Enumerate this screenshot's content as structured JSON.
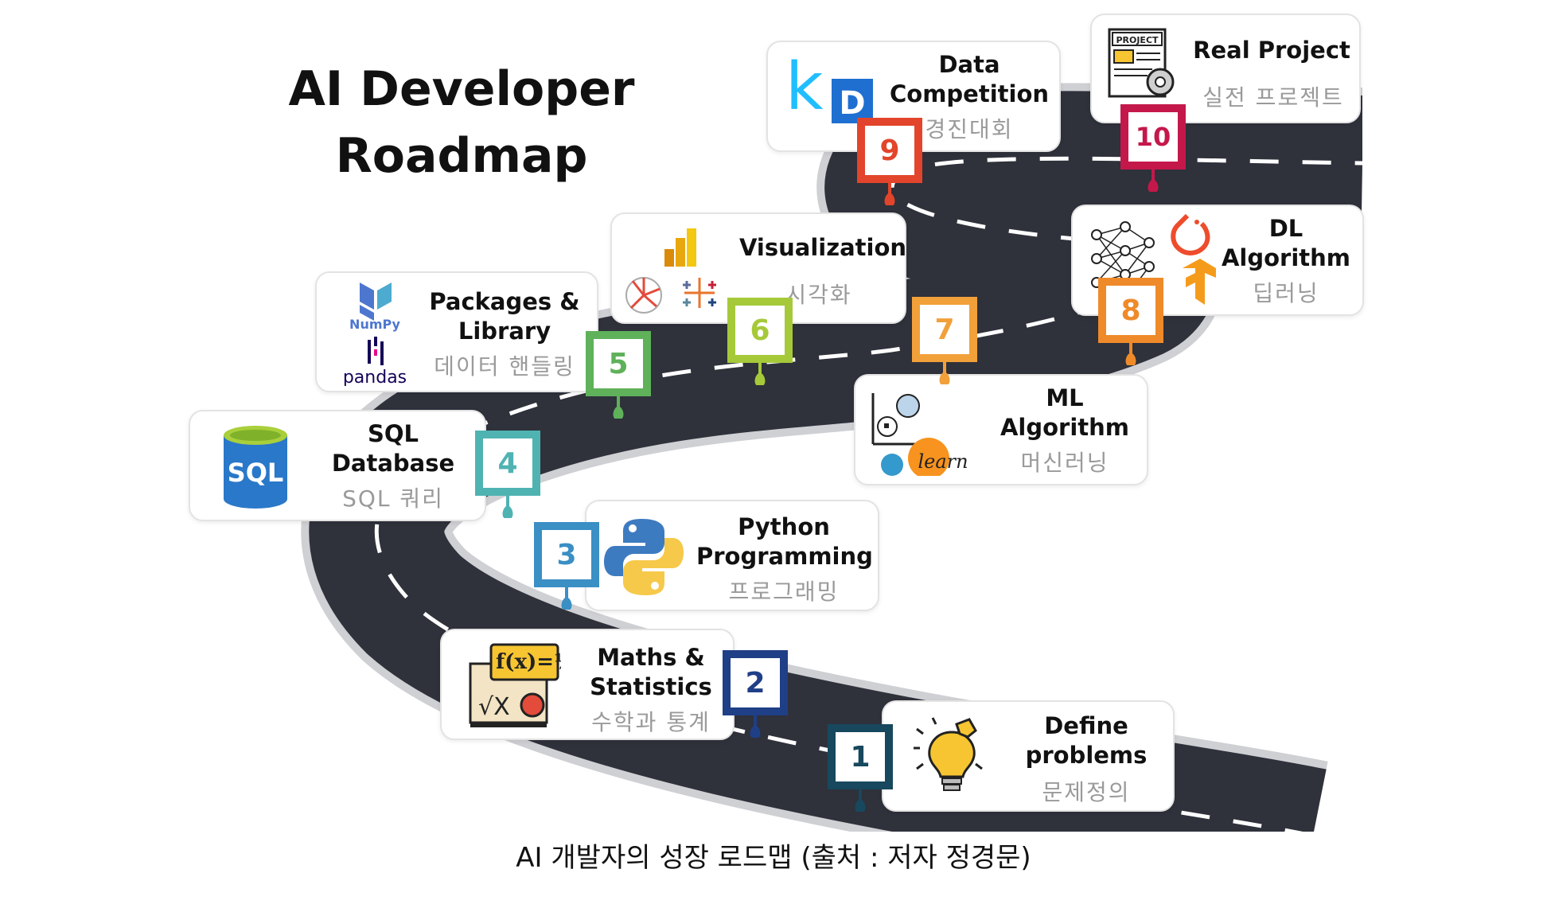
{
  "title": {
    "line1": "AI Developer",
    "line2": "Roadmap"
  },
  "caption": "AI 개발자의 성장 로드맵 (출처 : 저자 정경문)",
  "steps": [
    {
      "number": "1",
      "color": "#17485e",
      "en1": "Define",
      "en2": "problems",
      "ko": "문제정의",
      "icon": "lightbulb-puzzle-icon"
    },
    {
      "number": "2",
      "color": "#1f3f87",
      "en1": "Maths &",
      "en2": "Statistics",
      "ko": "수학과 통계",
      "icon": "math-board-icon"
    },
    {
      "number": "3",
      "color": "#3a8fc4",
      "en1": "Python",
      "en2": "Programming",
      "ko": "프로그래밍",
      "icon": "python-logo-icon"
    },
    {
      "number": "4",
      "color": "#4fb3b2",
      "en1": "SQL",
      "en2": "Database",
      "ko": "SQL 쿼리",
      "icon": "sql-database-icon",
      "icon_label": "SQL"
    },
    {
      "number": "5",
      "color": "#5fb15a",
      "en1": "Packages &",
      "en2": "Library",
      "ko": "데이터 핸들링",
      "icon": "numpy-pandas-icon",
      "icon_label_1": "NumPy",
      "icon_label_2": "pandas"
    },
    {
      "number": "6",
      "color": "#a6c93a",
      "en1": "Visualization",
      "en2": "",
      "ko": "시각화",
      "icon": "powerbi-tableau-icon"
    },
    {
      "number": "7",
      "color": "#f2a03a",
      "en1": "ML",
      "en2": "Algorithm",
      "ko": "머신러닝",
      "icon": "ml-sklearn-icon",
      "icon_label": "learn"
    },
    {
      "number": "8",
      "color": "#ef8a2a",
      "en1": "DL",
      "en2": "Algorithm",
      "ko": "딥러닝",
      "icon": "neural-network-pytorch-tensorflow-icon"
    },
    {
      "number": "9",
      "color": "#e2452b",
      "en1": "Data",
      "en2": "Competition",
      "ko": "경진대회",
      "icon": "kaggle-dacon-icon",
      "icon_label_1": "k",
      "icon_label_2": "D"
    },
    {
      "number": "10",
      "color": "#c4184b",
      "en1": "Real Project",
      "en2": "",
      "ko": "실전 프로젝트",
      "icon": "project-document-icon",
      "icon_label": "PROJECT"
    }
  ]
}
